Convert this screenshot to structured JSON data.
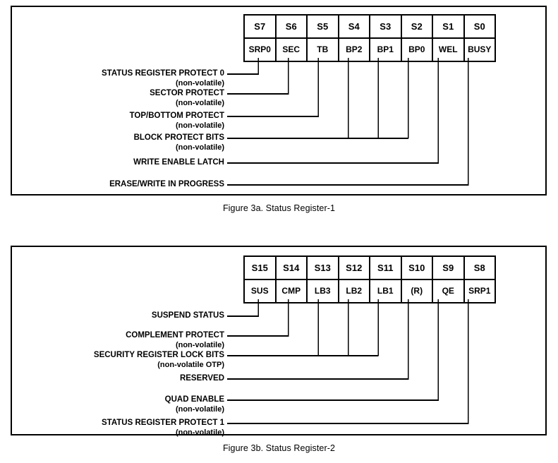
{
  "figures": [
    {
      "id": "figure-1",
      "caption": "Figure 3a. Status Register-1",
      "bits": [
        {
          "bit": "S7",
          "name": "SRP0"
        },
        {
          "bit": "S6",
          "name": "SEC"
        },
        {
          "bit": "S5",
          "name": "TB"
        },
        {
          "bit": "S4",
          "name": "BP2"
        },
        {
          "bit": "S3",
          "name": "BP1"
        },
        {
          "bit": "S2",
          "name": "BP0"
        },
        {
          "bit": "S1",
          "name": "WEL"
        },
        {
          "bit": "S0",
          "name": "BUSY"
        }
      ],
      "labels": [
        {
          "title": "STATUS REGISTER PROTECT 0",
          "sub": "(non-volatile)"
        },
        {
          "title": "SECTOR PROTECT",
          "sub": "(non-volatile)"
        },
        {
          "title": "TOP/BOTTOM PROTECT",
          "sub": "(non-volatile)"
        },
        {
          "title": "BLOCK PROTECT BITS",
          "sub": "(non-volatile)"
        },
        {
          "title": "WRITE ENABLE LATCH",
          "sub": ""
        },
        {
          "title": "ERASE/WRITE IN PROGRESS",
          "sub": ""
        }
      ]
    },
    {
      "id": "figure-2",
      "caption": "Figure 3b. Status Register-2",
      "bits": [
        {
          "bit": "S15",
          "name": "SUS"
        },
        {
          "bit": "S14",
          "name": "CMP"
        },
        {
          "bit": "S13",
          "name": "LB3"
        },
        {
          "bit": "S12",
          "name": "LB2"
        },
        {
          "bit": "S11",
          "name": "LB1"
        },
        {
          "bit": "S10",
          "name": "(R)"
        },
        {
          "bit": "S9",
          "name": "QE"
        },
        {
          "bit": "S8",
          "name": "SRP1"
        }
      ],
      "labels": [
        {
          "title": "SUSPEND STATUS",
          "sub": ""
        },
        {
          "title": "COMPLEMENT PROTECT",
          "sub": "(non-volatile)"
        },
        {
          "title": "SECURITY REGISTER LOCK BITS",
          "sub": "(non-volatile OTP)"
        },
        {
          "title": "RESERVED",
          "sub": ""
        },
        {
          "title": "QUAD ENABLE",
          "sub": "(non-volatile)"
        },
        {
          "title": "STATUS REGISTER PROTECT 1",
          "sub": "(non-volatile)"
        }
      ]
    }
  ],
  "watermark": {
    "text": ""
  }
}
